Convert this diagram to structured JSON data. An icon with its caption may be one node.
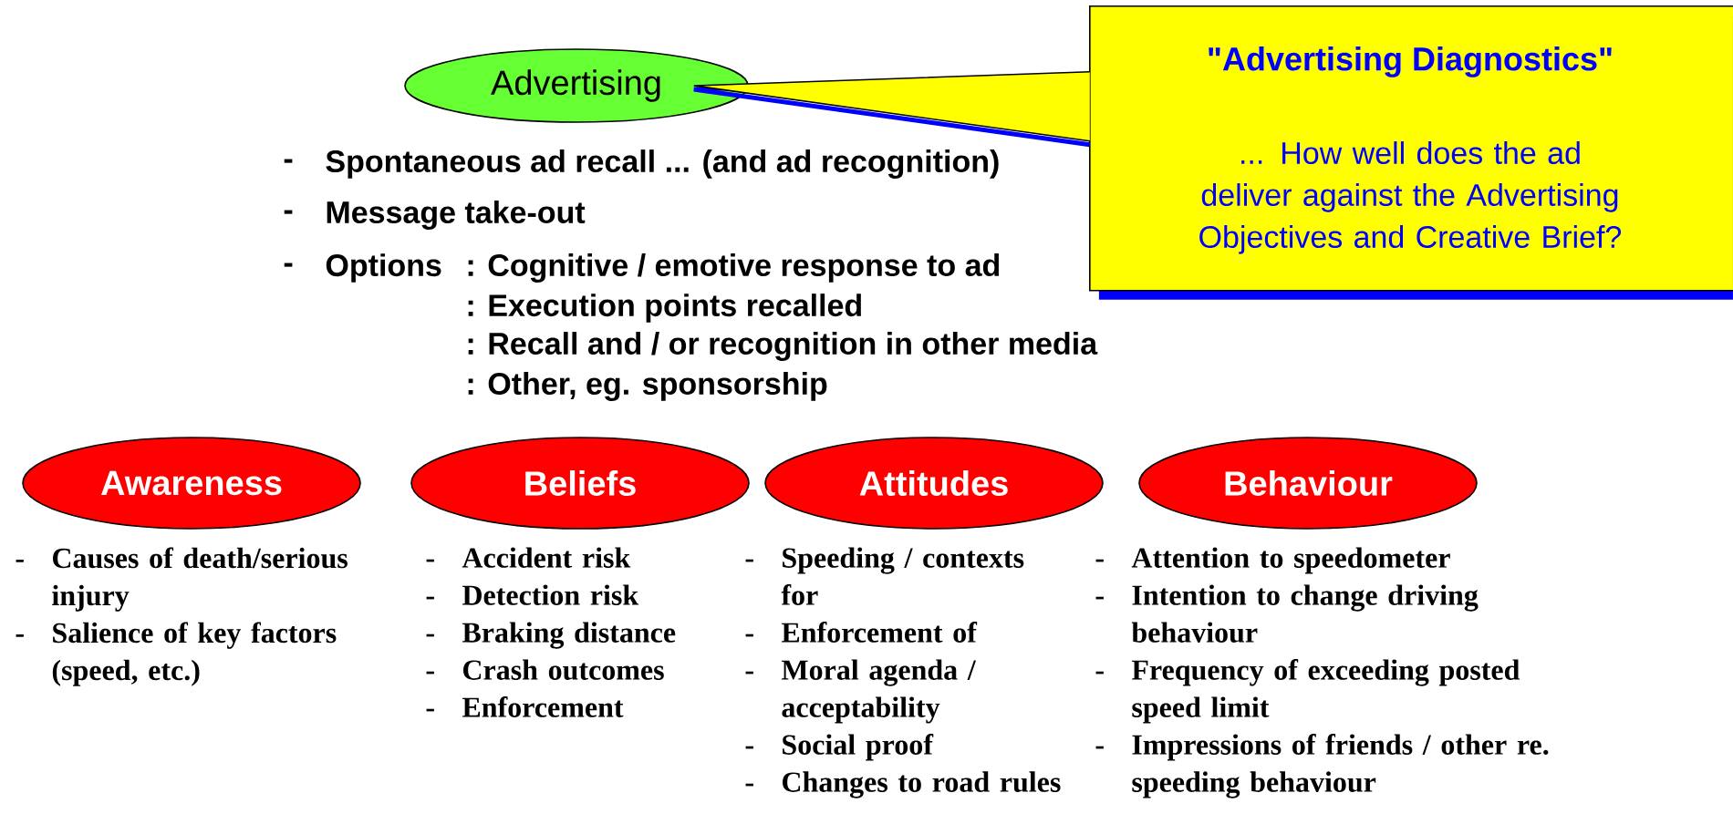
{
  "diagram": {
    "nodes": [
      {
        "text": [
          "Advertising"
        ],
        "beside": [
          "Spontaneous ad recall ... (and ad recognition)",
          "Message take-out",
          "Options",
          ": Cognitive / emotive response to ad",
          ": Execution points recalled",
          ": Recall and / or recognition in other media",
          ": Other, eg. sponsorship"
        ]
      },
      {
        "text": [
          "\"Advertising Diagnostics\"",
          "... How well does the ad deliver against the Advertising Objectives and Creative Brief?"
        ]
      },
      {
        "text": [
          "Awareness"
        ],
        "beside": [
          "Causes of death/serious injury",
          "Salience of key factors (speed, etc.)"
        ]
      },
      {
        "text": [
          "Beliefs"
        ],
        "beside": [
          "Accident risk",
          "Detection risk",
          "Braking distance",
          "Crash outcomes",
          "Enforcement"
        ]
      },
      {
        "text": [
          "Attitudes"
        ],
        "beside": [
          "Speeding / contexts for",
          "Enforcement of",
          "Moral agenda / acceptability",
          "Social proof",
          "Changes to road rules"
        ]
      },
      {
        "text": [
          "Behaviour"
        ],
        "beside": [
          "Attention to speedometer",
          "Intention to change driving behaviour",
          "Frequency of exceeding posted speed limit",
          "Impressions of friends / other re. speeding behaviour"
        ]
      }
    ],
    "edges": [
      {
        "from": 1,
        "to": 0,
        "arrow": "none"
      }
    ],
    "labels": [
      "-",
      "-",
      "-",
      "-",
      "-",
      "-",
      "-",
      "-",
      "-",
      "-",
      "-",
      "-",
      "-",
      "-",
      "-",
      "-",
      "-",
      "-",
      "-"
    ]
  }
}
